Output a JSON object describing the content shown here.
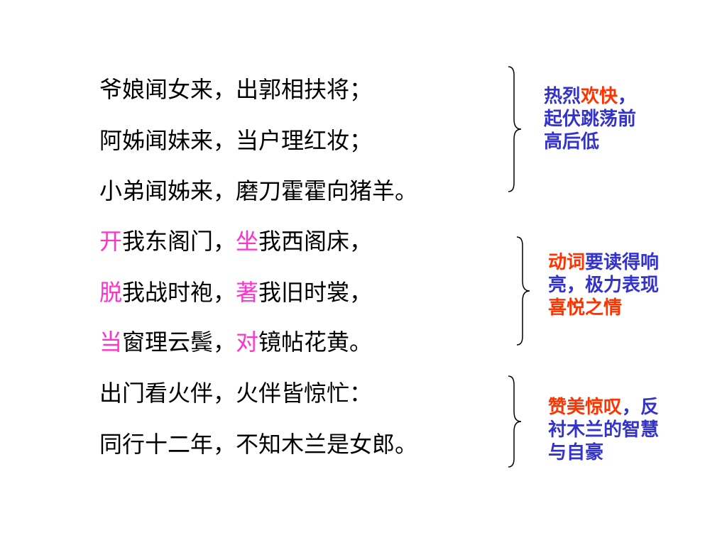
{
  "colors": {
    "text": "#000000",
    "verb_highlight": "#ff33cc",
    "note_blue": "#3333cc",
    "note_red": "#ff3300",
    "background": "#ffffff"
  },
  "poem": {
    "lines": [
      {
        "segments": [
          {
            "text": "爷娘闻女来，出郭相扶将；",
            "highlight": false
          }
        ]
      },
      {
        "segments": [
          {
            "text": "阿姊闻妹来，当户理红妆；",
            "highlight": false
          }
        ]
      },
      {
        "segments": [
          {
            "text": "小弟闻姊来，磨刀霍霍向猪羊。",
            "highlight": false
          }
        ]
      },
      {
        "segments": [
          {
            "text": "开",
            "highlight": true
          },
          {
            "text": "我东阁门，",
            "highlight": false
          },
          {
            "text": "坐",
            "highlight": true
          },
          {
            "text": "我西阁床，",
            "highlight": false
          }
        ]
      },
      {
        "segments": [
          {
            "text": "脱",
            "highlight": true
          },
          {
            "text": "我战时袍，",
            "highlight": false
          },
          {
            "text": "著",
            "highlight": true
          },
          {
            "text": "我旧时裳，",
            "highlight": false
          }
        ]
      },
      {
        "segments": [
          {
            "text": "当",
            "highlight": true
          },
          {
            "text": "窗理云鬓，",
            "highlight": false
          },
          {
            "text": "对",
            "highlight": true
          },
          {
            "text": "镜帖花黄。",
            "highlight": false
          }
        ]
      },
      {
        "segments": [
          {
            "text": "出门看火伴，火伴皆惊忙：",
            "highlight": false
          }
        ]
      },
      {
        "segments": [
          {
            "text": "同行十二年，不知木兰是女郎。",
            "highlight": false
          }
        ]
      }
    ]
  },
  "annotations": [
    {
      "lines": [
        [
          {
            "text": "热烈",
            "color": "blue"
          },
          {
            "text": "欢快",
            "color": "red"
          },
          {
            "text": "，",
            "color": "blue"
          }
        ],
        [
          {
            "text": "起伏跳荡前",
            "color": "blue"
          }
        ],
        [
          {
            "text": "高后低",
            "color": "blue"
          }
        ]
      ]
    },
    {
      "lines": [
        [
          {
            "text": "动词",
            "color": "red"
          },
          {
            "text": "要读得响",
            "color": "blue"
          }
        ],
        [
          {
            "text": "亮，极力表现",
            "color": "blue"
          }
        ],
        [
          {
            "text": "喜悦之情",
            "color": "red"
          }
        ]
      ]
    },
    {
      "lines": [
        [
          {
            "text": "赞美惊叹",
            "color": "red"
          },
          {
            "text": "，反",
            "color": "blue"
          }
        ],
        [
          {
            "text": "衬木兰的智慧",
            "color": "blue"
          }
        ],
        [
          {
            "text": "与自豪",
            "color": "blue"
          }
        ]
      ]
    }
  ]
}
